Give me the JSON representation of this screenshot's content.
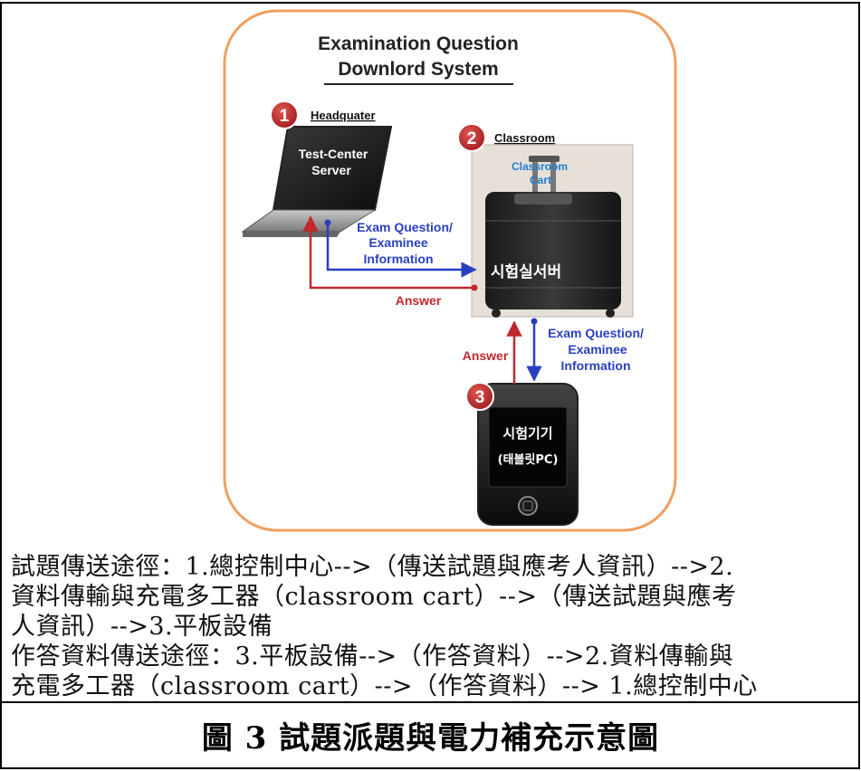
{
  "diagram": {
    "title_line1": "Examination Question",
    "title_line2": "Downlord System",
    "node1": {
      "number": "1",
      "label": "Headquater",
      "screen_line1": "Test-Center",
      "screen_line2": "Server"
    },
    "node2": {
      "number": "2",
      "label": "Classroom",
      "cart_line1": "Classroom",
      "cart_line2": "Cart",
      "server_label": "시험실서버"
    },
    "node3": {
      "number": "3",
      "screen_line1": "시험기기",
      "screen_line2": "(태블릿PC)"
    },
    "arrow_top_line1": "Exam Question/",
    "arrow_top_line2": "Examinee",
    "arrow_top_line3": "Information",
    "arrow_top_answer": "Answer",
    "arrow_bottom_line1": "Exam Question/",
    "arrow_bottom_line2": "Examinee",
    "arrow_bottom_line3": "Information",
    "arrow_bottom_answer": "Answer",
    "colors": {
      "frame_border": "#f0a060",
      "badge": "#c0282d",
      "blue_arrow": "#2a3fc0",
      "red_arrow": "#c0282d",
      "cart_text": "#1e7fd0"
    }
  },
  "description": {
    "line1": "試題傳送途徑：1.總控制中心-->（傳送試題與應考人資訊）-->2.",
    "line2": "資料傳輸與充電多工器（classroom cart）-->（傳送試題與應考",
    "line3": "人資訊）-->3.平板設備",
    "line4": "作答資料傳送途徑：3.平板設備-->（作答資料）-->2.資料傳輸與",
    "line5": "充電多工器（classroom cart）-->（作答資料）--> 1.總控制中心"
  },
  "caption": "圖 3 試題派題與電力補充示意圖"
}
